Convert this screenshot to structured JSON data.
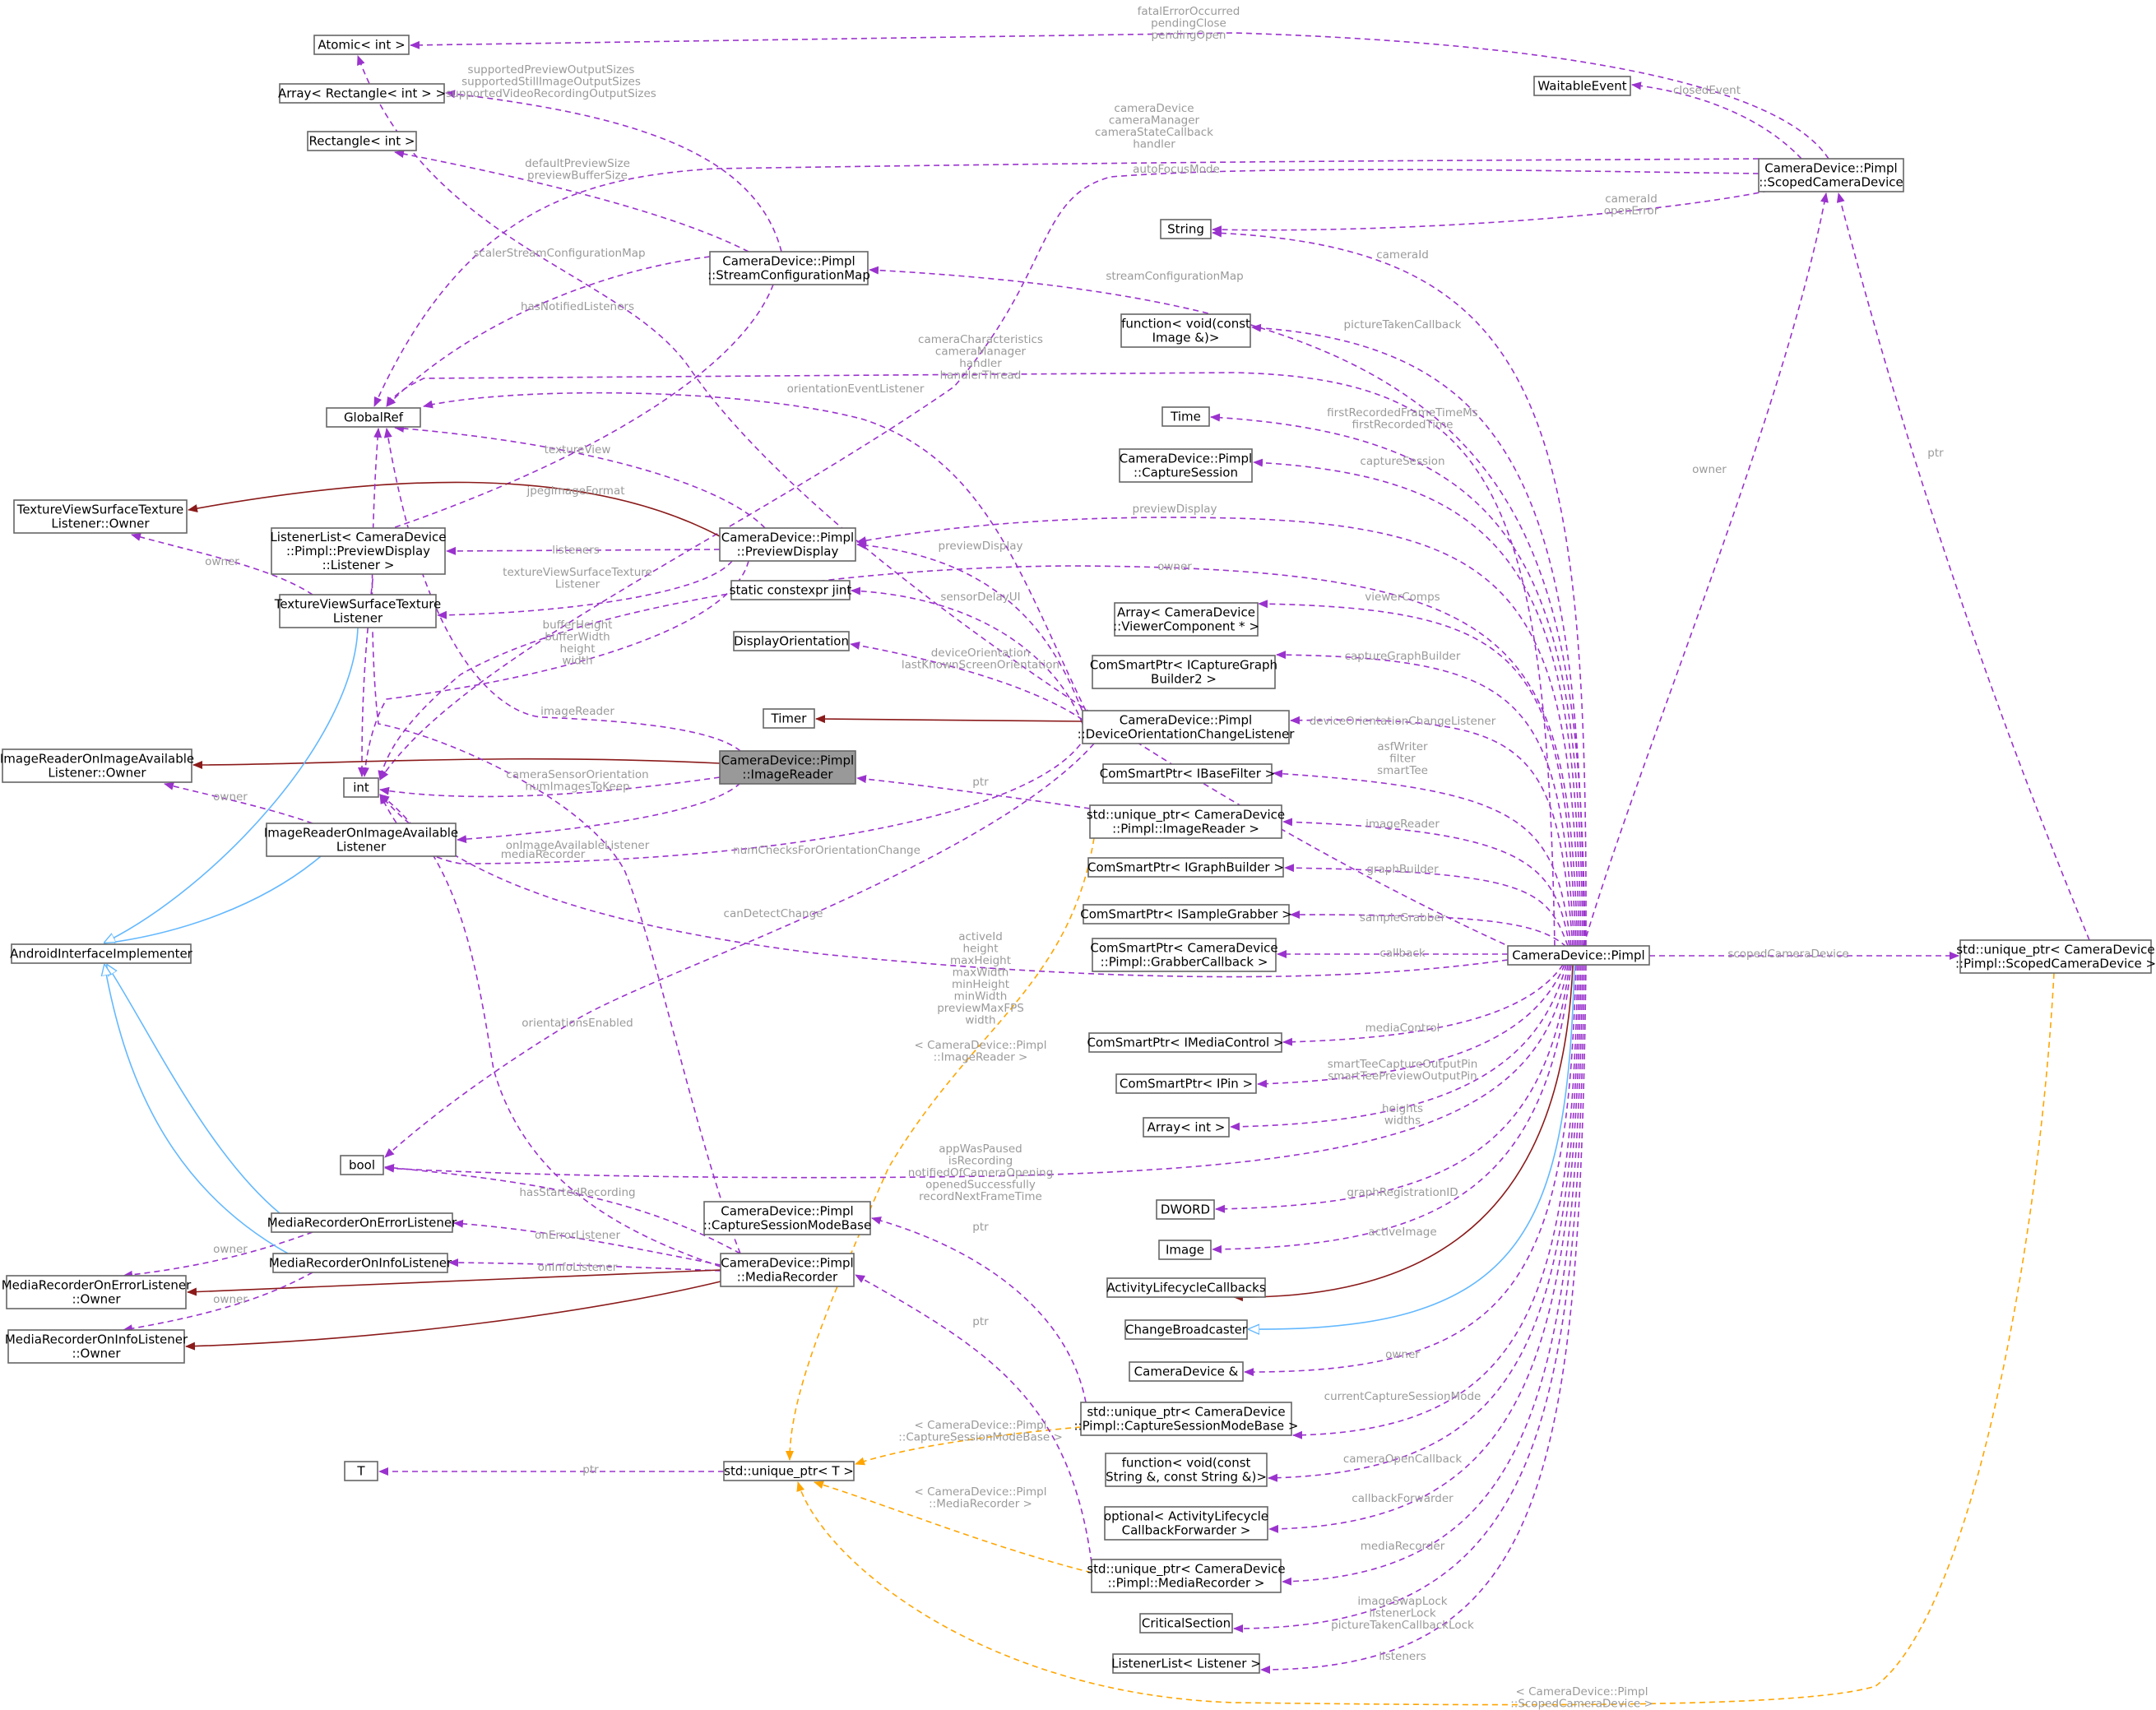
{
  "nodes": {
    "atomic": [
      "Atomic< int >"
    ],
    "arr_rect": [
      "Array< Rectangle< int > >"
    ],
    "rect": [
      "Rectangle< int >"
    ],
    "globalref": [
      "GlobalRef"
    ],
    "tvst_owner": [
      "TextureViewSurfaceTexture",
      "Listener::Owner"
    ],
    "listenerlist_pd": [
      "ListenerList< CameraDevice",
      "::Pimpl::PreviewDisplay",
      "::Listener >"
    ],
    "tvst": [
      "TextureViewSurfaceTexture",
      "Listener"
    ],
    "iroia_owner": [
      "ImageReaderOnImageAvailable",
      "Listener::Owner"
    ],
    "int": [
      "int"
    ],
    "iroia": [
      "ImageReaderOnImageAvailable",
      "Listener"
    ],
    "aii": [
      "AndroidInterfaceImplementer"
    ],
    "bool": [
      "bool"
    ],
    "mroel": [
      "MediaRecorderOnErrorListener"
    ],
    "mroel_owner": [
      "MediaRecorderOnErrorListener",
      "::Owner"
    ],
    "mroil": [
      "MediaRecorderOnInfoListener"
    ],
    "mroil_owner": [
      "MediaRecorderOnInfoListener",
      "::Owner"
    ],
    "T": [
      "T"
    ],
    "scm": [
      "CameraDevice::Pimpl",
      "::StreamConfigurationMap"
    ],
    "pd": [
      "CameraDevice::Pimpl",
      "::PreviewDisplay"
    ],
    "sc_jint": [
      "static constexpr jint"
    ],
    "dispor": [
      "DisplayOrientation"
    ],
    "timer": [
      "Timer"
    ],
    "ir": [
      "CameraDevice::Pimpl",
      "::ImageReader"
    ],
    "csmb": [
      "CameraDevice::Pimpl",
      "::CaptureSessionModeBase"
    ],
    "mr": [
      "CameraDevice::Pimpl",
      "::MediaRecorder"
    ],
    "uptr_T": [
      "std::unique_ptr< T >"
    ],
    "waitable": [
      "WaitableEvent"
    ],
    "string": [
      "String"
    ],
    "func_img": [
      "function< void(const",
      "Image &)>"
    ],
    "time": [
      "Time"
    ],
    "capsess": [
      "CameraDevice::Pimpl",
      "::CaptureSession"
    ],
    "arr_vc": [
      "Array< CameraDevice",
      "::ViewerComponent * >"
    ],
    "csp_icgb": [
      "ComSmartPtr< ICaptureGraph",
      "Builder2 >"
    ],
    "docl": [
      "CameraDevice::Pimpl",
      "::DeviceOrientationChangeListener"
    ],
    "csp_ibf": [
      "ComSmartPtr< IBaseFilter >"
    ],
    "uptr_ir": [
      "std::unique_ptr< CameraDevice",
      "::Pimpl::ImageReader >"
    ],
    "csp_igb": [
      "ComSmartPtr< IGraphBuilder >"
    ],
    "csp_isg": [
      "ComSmartPtr< ISampleGrabber >"
    ],
    "csp_gcb": [
      "ComSmartPtr< CameraDevice",
      "::Pimpl::GrabberCallback >"
    ],
    "csp_imc": [
      "ComSmartPtr< IMediaControl >"
    ],
    "csp_ipin": [
      "ComSmartPtr< IPin >"
    ],
    "arr_int": [
      "Array< int >"
    ],
    "dword": [
      "DWORD"
    ],
    "image": [
      "Image"
    ],
    "alc": [
      "ActivityLifecycleCallbacks"
    ],
    "cb": [
      "ChangeBroadcaster"
    ],
    "camdev_ref": [
      "CameraDevice &"
    ],
    "uptr_csmb": [
      "std::unique_ptr< CameraDevice",
      "::Pimpl::CaptureSessionModeBase >"
    ],
    "func_str": [
      "function< void(const",
      "String &, const String &)>"
    ],
    "opt_alcf": [
      "optional< ActivityLifecycle",
      "CallbackForwarder >"
    ],
    "uptr_mr": [
      "std::unique_ptr< CameraDevice",
      "::Pimpl::MediaRecorder >"
    ],
    "critsec": [
      "CriticalSection"
    ],
    "listenerlist": [
      "ListenerList< Listener >"
    ],
    "scd": [
      "CameraDevice::Pimpl",
      "::ScopedCameraDevice"
    ],
    "pimpl": [
      "CameraDevice::Pimpl"
    ],
    "uptr_scd": [
      "std::unique_ptr< CameraDevice",
      "::Pimpl::ScopedCameraDevice >"
    ]
  },
  "edge_labels": {
    "scd_atomic": [
      "fatalErrorOccurred",
      "pendingClose",
      "pendingOpen"
    ],
    "scd_waitable": [
      "closedEvent"
    ],
    "scd_globalref": [
      "cameraDevice",
      "cameraManager",
      "cameraStateCallback",
      "handler"
    ],
    "scd_int": [
      "autoFocusMode"
    ],
    "scd_string": [
      "cameraId",
      "openError"
    ],
    "scm_arr": [
      "supportedPreviewOutputSizes",
      "supportedStillImageOutputSizes",
      "supportedVideoRecordingOutputSizes"
    ],
    "scm_rect": [
      "defaultPreviewSize",
      "previewBufferSize"
    ],
    "scm_globalref": [
      "scalerStreamConfigurationMap"
    ],
    "scm_int": [
      "jpegImageFormat"
    ],
    "pimpl_atomic": [
      "hasNotifiedListeners"
    ],
    "pimpl_globalref": [
      "cameraCharacteristics",
      "cameraManager",
      "handler",
      "handlerThread"
    ],
    "pd_globalref": [
      "textureView"
    ],
    "pd_listenerlist": [
      "listeners"
    ],
    "pd_tvst": [
      "textureViewSurfaceTexture",
      "Listener"
    ],
    "pd_int": [
      "bufferHeight",
      "bufferWidth",
      "height",
      "width"
    ],
    "tvst_owner": [
      "owner"
    ],
    "iroia_owner": [
      "owner"
    ],
    "ir_globalref": [
      "imageReader"
    ],
    "ir_int": [
      "cameraSensorOrientation",
      "numImagesToKeep"
    ],
    "ir_iroia": [
      "onImageAvailableListener"
    ],
    "docl_globalref": [
      "orientationEventListener"
    ],
    "docl_pd": [
      "previewDisplay"
    ],
    "docl_jint": [
      "sensorDelayUI"
    ],
    "docl_dispor": [
      "deviceOrientation",
      "lastKnownScreenOrientation"
    ],
    "docl_int": [
      "numChecksForOrientationChange"
    ],
    "docl_bool": [
      "canDetectChange"
    ],
    "mr_globalref": [
      "mediaRecorder"
    ],
    "mr_int": [
      "orientationsEnabled"
    ],
    "mr_bool": [
      "hasStartedRecording"
    ],
    "mr_mroel": [
      "onErrorListener"
    ],
    "mr_mroil": [
      "onInfoListener"
    ],
    "mroel_owner": [
      "owner"
    ],
    "mroil_owner": [
      "owner"
    ],
    "uptrT_T": [
      "ptr"
    ],
    "uptrir_ir": [
      "ptr"
    ],
    "uptrir_uptrT": [
      "< CameraDevice::Pimpl",
      "::ImageReader >"
    ],
    "uptrcsmb_csmb": [
      "ptr"
    ],
    "uptrcsmb_uptrT": [
      "< CameraDevice::Pimpl",
      "::CaptureSessionModeBase >"
    ],
    "uptrmr_mr": [
      "ptr"
    ],
    "uptrmr_uptrT": [
      "< CameraDevice::Pimpl",
      "::MediaRecorder >"
    ],
    "uptrscd_uptrT": [
      "< CameraDevice::Pimpl",
      "::ScopedCameraDevice >"
    ],
    "uptrscd_scd": [
      "ptr"
    ],
    "pimpl_scd": [
      "owner"
    ],
    "pimpl_uptrscd": [
      "scopedCameraDevice"
    ],
    "pimpl_string": [
      "cameraId"
    ],
    "pimpl_scm": [
      "streamConfigurationMap"
    ],
    "pimpl_funcimg": [
      "pictureTakenCallback"
    ],
    "pimpl_time": [
      "firstRecordedFrameTimeMs",
      "firstRecordedTime"
    ],
    "pimpl_capsess": [
      "captureSession"
    ],
    "pimpl_pd": [
      "previewDisplay"
    ],
    "pimpl_int": [
      "owner"
    ],
    "pimpl_arrvc": [
      "viewerComps"
    ],
    "pimpl_icgb": [
      "captureGraphBuilder"
    ],
    "pimpl_docl": [
      "deviceOrientationChangeListener"
    ],
    "pimpl_ibf": [
      "asfWriter",
      "filter",
      "smartTee"
    ],
    "pimpl_uptrir": [
      "imageReader"
    ],
    "pimpl_igb": [
      "graphBuilder"
    ],
    "pimpl_isg": [
      "sampleGrabber"
    ],
    "pimpl_gcb": [
      "callback"
    ],
    "pimpl_int2": [
      "activeId",
      "height",
      "maxHeight",
      "maxWidth",
      "minHeight",
      "minWidth",
      "previewMaxFPS",
      "width"
    ],
    "pimpl_imc": [
      "mediaControl"
    ],
    "pimpl_ipin": [
      "smartTeeCaptureOutputPin",
      "smartTeePreviewOutputPin"
    ],
    "pimpl_arrint": [
      "heights",
      "widths"
    ],
    "pimpl_bool": [
      "appWasPaused",
      "isRecording",
      "notifiedOfCameraOpening",
      "openedSuccessfully",
      "recordNextFrameTime"
    ],
    "pimpl_dword": [
      "graphRegistrationID"
    ],
    "pimpl_image": [
      "activeImage"
    ],
    "pimpl_camdev": [
      "owner"
    ],
    "pimpl_uptrcsmb": [
      "currentCaptureSessionMode"
    ],
    "pimpl_funcstr": [
      "cameraOpenCallback"
    ],
    "pimpl_opt": [
      "callbackForwarder"
    ],
    "pimpl_uptrmr": [
      "mediaRecorder"
    ],
    "pimpl_critsec": [
      "imageSwapLock",
      "listenerLock",
      "pictureTakenCallbackLock"
    ],
    "pimpl_ll": [
      "listeners"
    ]
  }
}
